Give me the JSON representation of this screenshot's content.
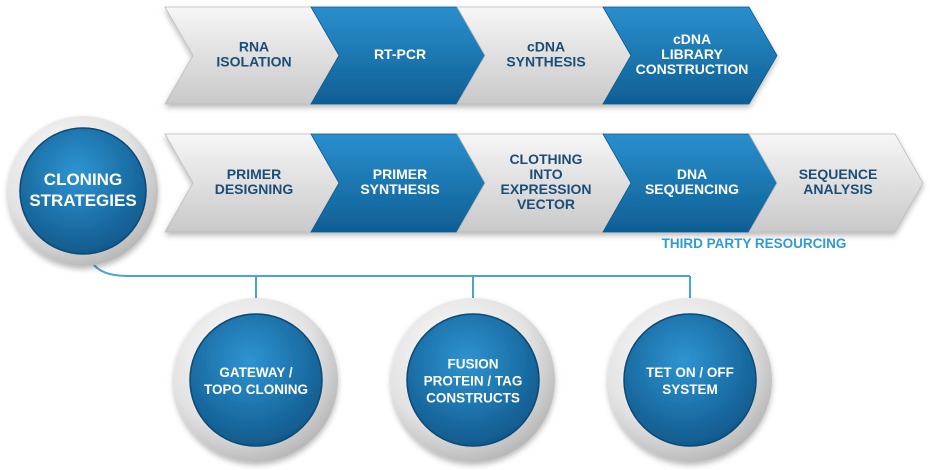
{
  "colors": {
    "blue_dark": "#0f5f94",
    "blue_light": "#2a8fcd",
    "gray_light": "#f6f6f6",
    "gray_dark": "#c9c9c9",
    "label_dark": "#1d4e76",
    "note": "#2f9bd6",
    "connector": "#4aa3d9"
  },
  "hub": {
    "label": [
      "CLONING",
      "STRATEGIES"
    ],
    "icon": "ring-badge"
  },
  "row1": [
    {
      "label": [
        "RNA",
        "ISOLATION"
      ],
      "style": "gray"
    },
    {
      "label": [
        "RT-PCR"
      ],
      "style": "blue"
    },
    {
      "label": [
        "cDNA",
        "SYNTHESIS"
      ],
      "style": "gray"
    },
    {
      "label": [
        "cDNA",
        "LIBRARY",
        "CONSTRUCTION"
      ],
      "style": "blue"
    }
  ],
  "row2": [
    {
      "label": [
        "PRIMER",
        "DESIGNING"
      ],
      "style": "gray"
    },
    {
      "label": [
        "PRIMER",
        "SYNTHESIS"
      ],
      "style": "blue"
    },
    {
      "label": [
        "CLOTHING",
        "INTO",
        "EXPRESSION",
        "VECTOR"
      ],
      "style": "gray"
    },
    {
      "label": [
        "DNA",
        "SEQUENCING"
      ],
      "style": "blue"
    },
    {
      "label": [
        "SEQUENCE",
        "ANALYSIS"
      ],
      "style": "gray"
    }
  ],
  "note": "THIRD PARTY RESOURCING",
  "circles": [
    {
      "label": [
        "GATEWAY /",
        "TOPO CLONING"
      ]
    },
    {
      "label": [
        "FUSION",
        "PROTEIN / TAG",
        "CONSTRUCTS"
      ]
    },
    {
      "label": [
        "TET ON / OFF",
        "SYSTEM"
      ]
    }
  ]
}
